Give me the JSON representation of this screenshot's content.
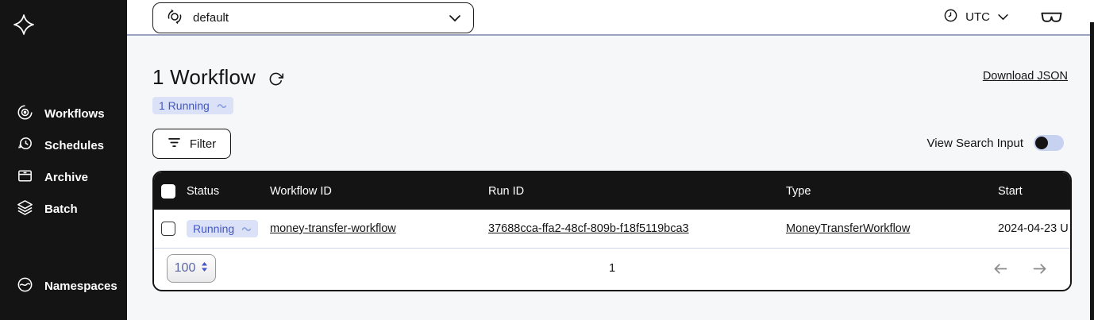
{
  "colors": {
    "sidebar_bg": "#141414",
    "accent_blue": "#4255c4",
    "badge_bg": "#dbe2f7",
    "toggle_track": "#c7d2f0",
    "topbar_divider": "#99a3c0"
  },
  "sidebar": {
    "items": [
      {
        "label": "Workflows"
      },
      {
        "label": "Schedules"
      },
      {
        "label": "Archive"
      },
      {
        "label": "Batch"
      }
    ],
    "namespaces_label": "Namespaces"
  },
  "topbar": {
    "namespace_selector": {
      "value": "default"
    },
    "timezone": {
      "label": "UTC"
    }
  },
  "main": {
    "title": "1 Workflow",
    "running_badge": {
      "label": "1 Running"
    },
    "download_link": "Download JSON",
    "filter_button": {
      "label": "Filter"
    },
    "search_toggle": {
      "label": "View Search Input",
      "state": "off"
    },
    "table": {
      "columns": [
        "Status",
        "Workflow ID",
        "Run ID",
        "Type",
        "Start"
      ],
      "rows": [
        {
          "status": "Running",
          "workflow_id": "money-transfer-workflow",
          "run_id": "37688cca-ffa2-48cf-809b-f18f5119bca3",
          "type": "MoneyTransferWorkflow",
          "start": "2024-04-23 U"
        }
      ],
      "pagination": {
        "page_size": "100",
        "current_page": "1"
      }
    }
  }
}
